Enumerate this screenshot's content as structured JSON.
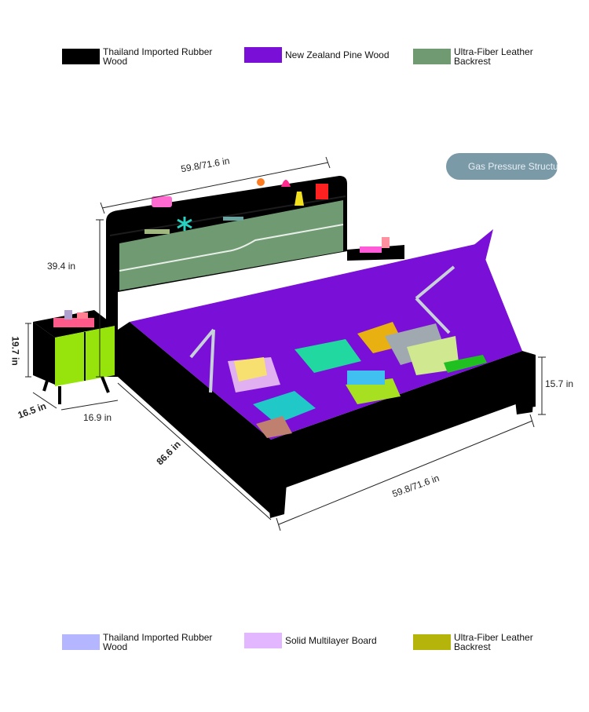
{
  "legend_top": [
    {
      "label": "Thailand Imported Rubber Wood",
      "color": "#000000"
    },
    {
      "label": "New Zealand Pine Wood",
      "color": "#7a10d8"
    },
    {
      "label": "Ultra-Fiber Leather Backrest",
      "color": "#6f9a72"
    }
  ],
  "legend_bottom": [
    {
      "label": "Thailand Imported Rubber Wood",
      "color": "#b4b6ff"
    },
    {
      "label": "Solid Multilayer Board",
      "color": "#e3b7ff"
    },
    {
      "label": "Ultra-Fiber Leather Backrest",
      "color": "#b4b40a"
    }
  ],
  "badge": {
    "label": "Gas Pressure Structure"
  },
  "dimensions": {
    "headboard_width": "59.8/71.6 in",
    "headboard_height": "39.4 in",
    "nightstand_height": "19.7 in",
    "nightstand_depth": "16.5 in",
    "nightstand_width": "16.9 in",
    "bed_length": "86.6 in",
    "bed_width": "59.8/71.6 in",
    "frame_height": "15.7 in"
  },
  "colors": {
    "frame": "#000000",
    "platform": "#7a10d8",
    "headboard_panel": "#6f9a72",
    "nightstand_front": "#97e40d"
  }
}
